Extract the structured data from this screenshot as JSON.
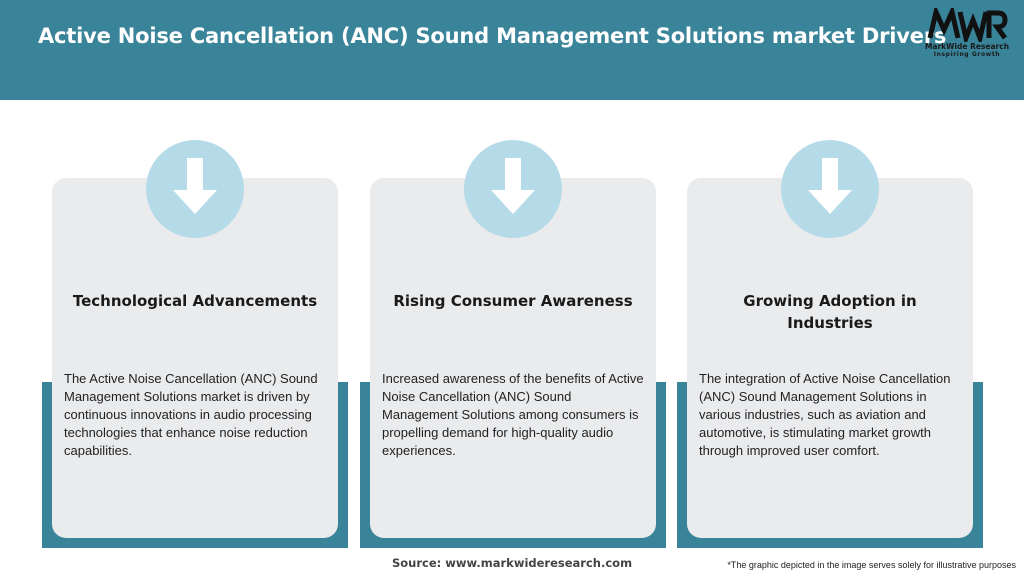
{
  "header": {
    "title": "Active Noise Cancellation (ANC) Sound Management Solutions market Drivers"
  },
  "logo": {
    "mark": "MWR",
    "name": "MarkWide Research",
    "tagline": "Inspiring Growth"
  },
  "cards": [
    {
      "icon": "arrow-down-icon",
      "title": "Technological Advancements",
      "text": "The Active Noise Cancellation (ANC) Sound Management Solutions market is driven by continuous innovations in audio processing technologies that enhance noise reduction capabilities."
    },
    {
      "icon": "arrow-down-icon",
      "title": "Rising Consumer Awareness",
      "text": "Increased awareness of the benefits of Active Noise Cancellation (ANC) Sound Management Solutions among consumers is propelling demand for high-quality audio experiences."
    },
    {
      "icon": "arrow-down-icon",
      "title": "Growing Adoption in Industries",
      "text": "The integration of Active Noise Cancellation (ANC) Sound Management Solutions in various industries, such as aviation and automotive, is stimulating market growth through improved user comfort."
    }
  ],
  "footer": {
    "source": "Source: www.markwideresearch.com",
    "disclaimer": "*The graphic depicted in the image serves solely for illustrative purposes"
  },
  "colors": {
    "accent": "#3a8499",
    "card_bg": "#eaebed",
    "icon_circle": "#b6dbe8"
  }
}
